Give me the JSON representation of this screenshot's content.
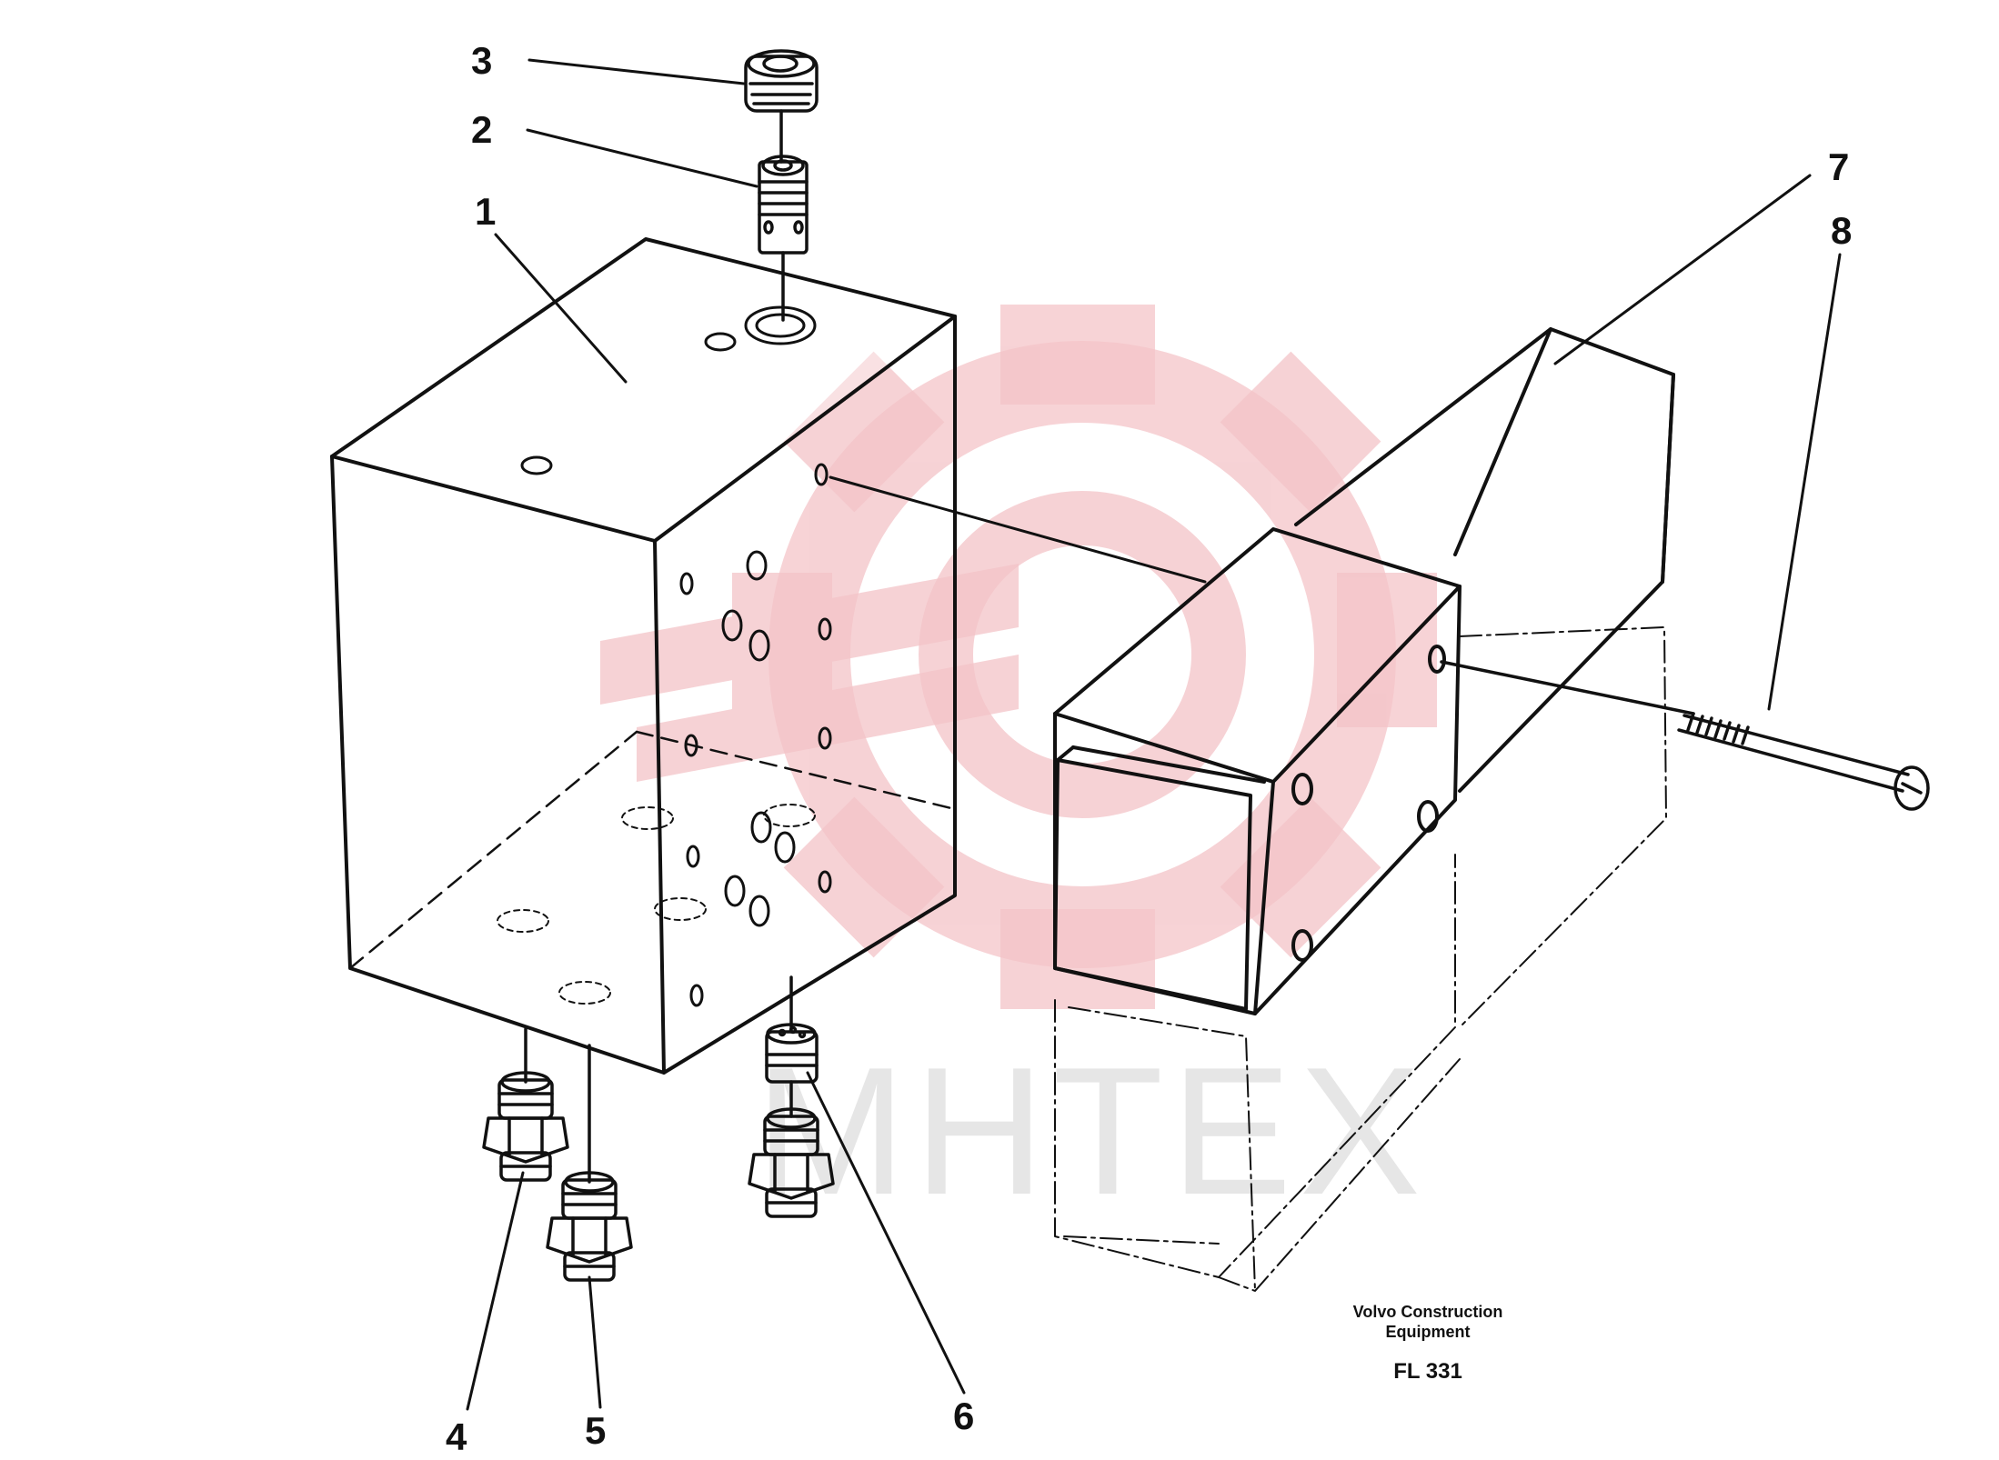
{
  "drawing": {
    "callouts": [
      "1",
      "2",
      "3",
      "4",
      "5",
      "6",
      "7",
      "8"
    ],
    "caption": {
      "line1": "Volvo Construction",
      "line2": "Equipment",
      "code": "FL 331"
    },
    "watermark": {
      "text": "MHTEX",
      "color": "#f2b6bb"
    }
  }
}
